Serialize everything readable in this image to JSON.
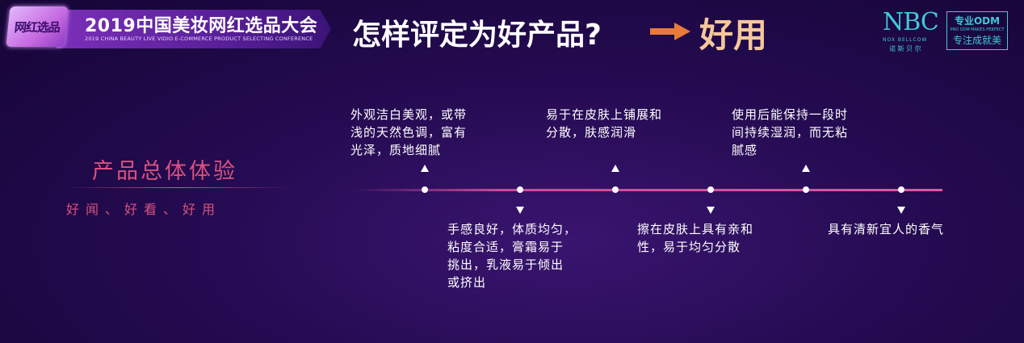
{
  "banner": {
    "logo_text": "网红选品",
    "title": "2019中国美妆网红选品大会",
    "subtitle": "2019 CHINA BEAUTY LIVE VIDIO E-COMMERCE PRODUCT SELECTING CONFERENCE"
  },
  "headline": {
    "question": "怎样评定为好产品?",
    "answer": "好用"
  },
  "brand": {
    "mark": "NBC",
    "sub_en": "NOX BELLCOW",
    "sub_cn": "诺 斯 贝 尔",
    "odm_top": "专业ODM",
    "odm_mid": "PRO ODM MAKES PERFECT",
    "odm_bottom": "专注成就美"
  },
  "left_panel": {
    "title": "产品总体体验",
    "subtitle": "好闻、好看、好用"
  },
  "timeline": {
    "above": [
      "外观洁白美观，或带\n浅的天然色调，富有\n光泽，质地细腻",
      "易于在皮肤上铺展和\n分散，肤感润滑",
      "使用后能保持一段时\n间持续湿润，而无粘\n腻感"
    ],
    "below": [
      "手感良好，体质均匀，\n粘度合适，膏霜易于\n挑出，乳液易于倾出\n或挤出",
      "擦在皮肤上具有亲和\n性，易于均匀分散",
      "具有清新宜人的香气"
    ]
  },
  "colors": {
    "accent_pink": "#d8527f",
    "highlight": "#f6c79b",
    "brand_teal": "#42c8d8",
    "arrow": "#e87b3a"
  }
}
